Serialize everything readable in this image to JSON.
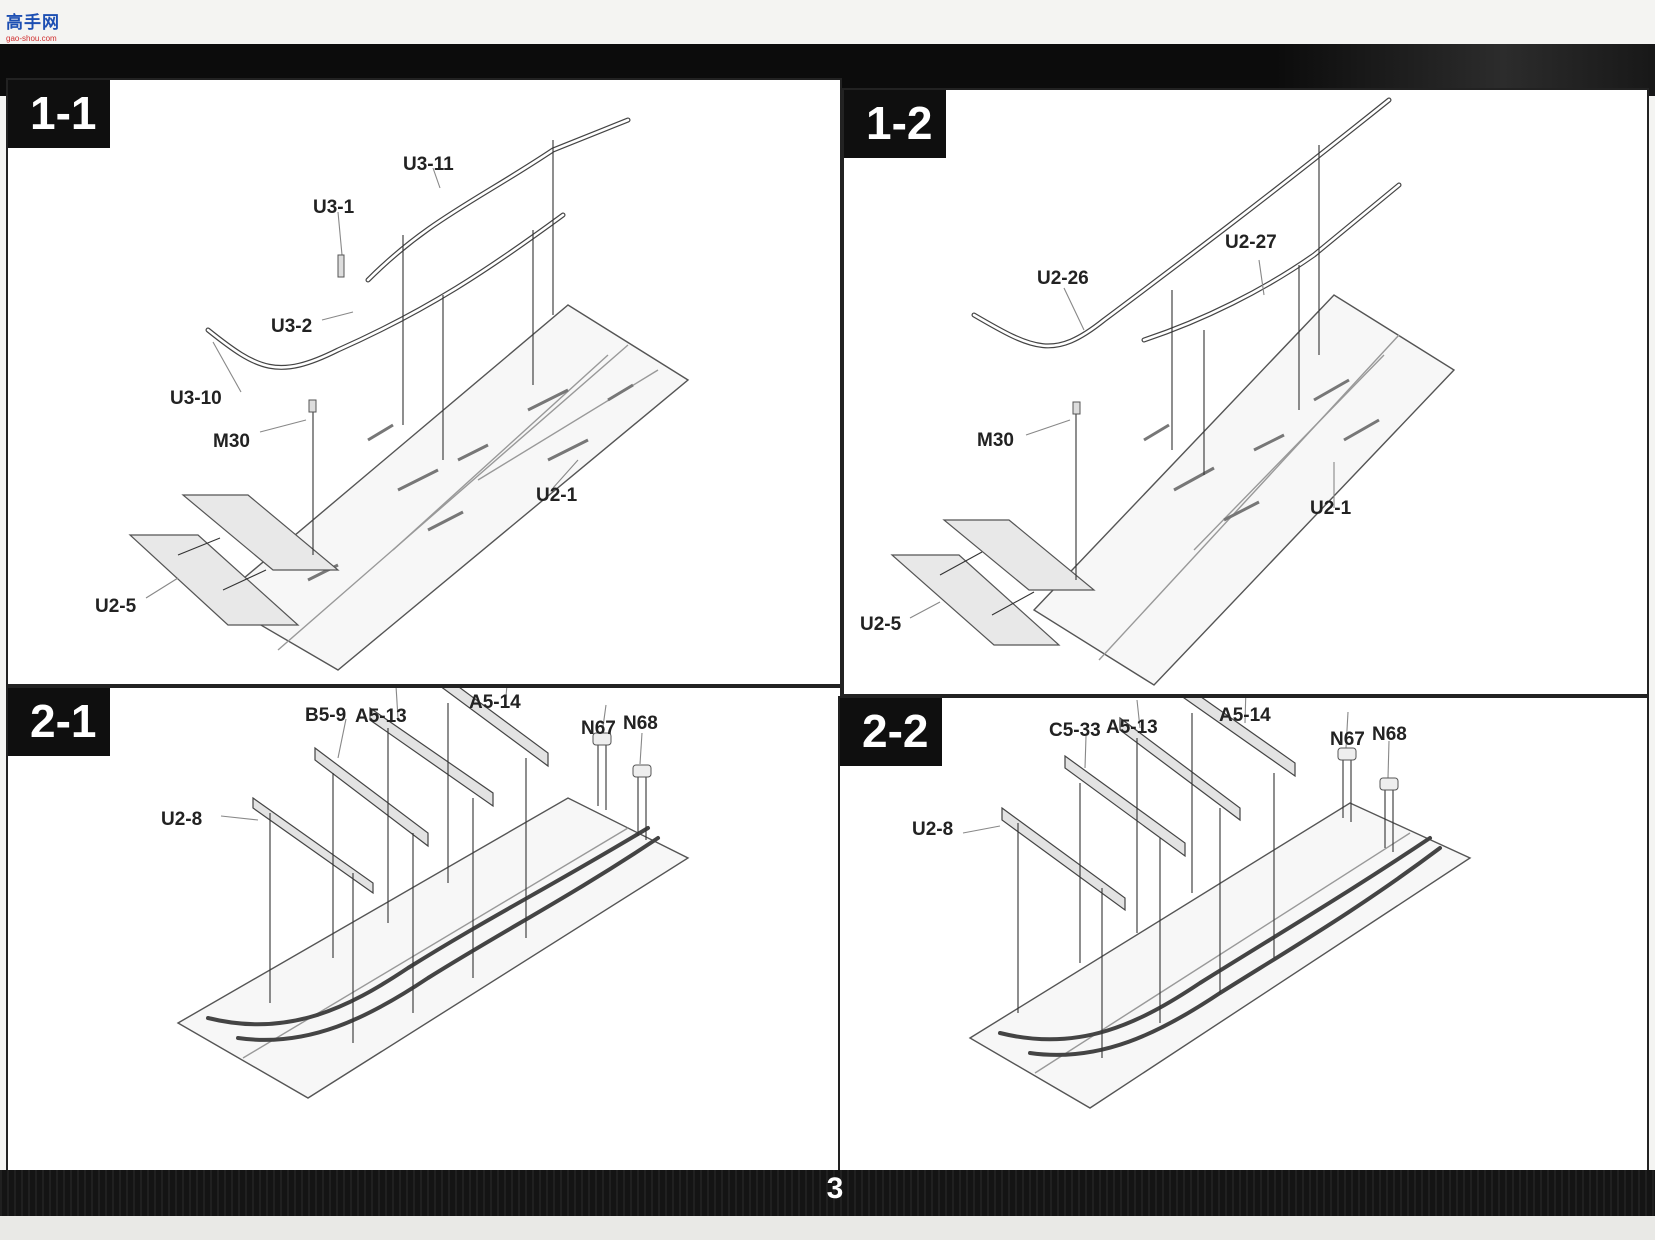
{
  "site_logo": {
    "main": "高手网",
    "sub": "gao-shou.com"
  },
  "page_number": "3",
  "steps": {
    "s11": {
      "title": "1-1",
      "labels": {
        "u3_11": "U3-11",
        "u3_1": "U3-1",
        "u3_2": "U3-2",
        "u3_10": "U3-10",
        "m30": "M30",
        "u2_1": "U2-1",
        "u2_5": "U2-5"
      }
    },
    "s12": {
      "title": "1-2",
      "labels": {
        "u2_26": "U2-26",
        "u2_27": "U2-27",
        "m30": "M30",
        "u2_1": "U2-1",
        "u2_5": "U2-5"
      }
    },
    "s21": {
      "title": "2-1",
      "labels": {
        "a5_13": "A5-13",
        "a5_14": "A5-14",
        "b5_9": "B5-9",
        "n67": "N67",
        "n68": "N68",
        "u2_8": "U2-8"
      }
    },
    "s22": {
      "title": "2-2",
      "labels": {
        "a5_13": "A5-13",
        "a5_14": "A5-14",
        "c5_33": "C5-33",
        "n67": "N67",
        "n68": "N68",
        "u2_8": "U2-8"
      }
    }
  }
}
